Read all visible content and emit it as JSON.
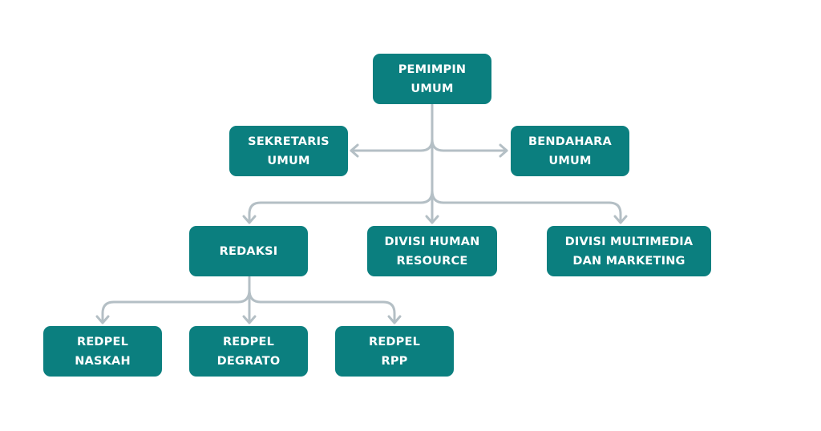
{
  "diagram": {
    "type": "organization-chart",
    "colors": {
      "node_fill": "#0b7f7f",
      "node_text": "#ffffff",
      "connector": "#b4bfc5",
      "background": "#ffffff"
    },
    "nodes": {
      "pemimpin_umum": {
        "lines": [
          "PEMIMPIN",
          "UMUM"
        ]
      },
      "sekretaris_umum": {
        "lines": [
          "SEKRETARIS",
          "UMUM"
        ]
      },
      "bendahara_umum": {
        "lines": [
          "BENDAHARA",
          "UMUM"
        ]
      },
      "redaksi": {
        "lines": [
          "REDAKSI"
        ]
      },
      "divisi_hr": {
        "lines": [
          "DIVISI HUMAN",
          "RESOURCE"
        ]
      },
      "divisi_multimedia": {
        "lines": [
          "DIVISI MULTIMEDIA",
          "DAN MARKETING"
        ]
      },
      "redpel_naskah": {
        "lines": [
          "REDPEL",
          "NASKAH"
        ]
      },
      "redpel_degrato": {
        "lines": [
          "REDPEL",
          "DEGRATO"
        ]
      },
      "redpel_rpp": {
        "lines": [
          "REDPEL",
          "RPP"
        ]
      }
    },
    "edges": [
      {
        "from": "pemimpin_umum",
        "to": "sekretaris_umum"
      },
      {
        "from": "pemimpin_umum",
        "to": "bendahara_umum"
      },
      {
        "from": "pemimpin_umum",
        "to": "redaksi"
      },
      {
        "from": "pemimpin_umum",
        "to": "divisi_hr"
      },
      {
        "from": "pemimpin_umum",
        "to": "divisi_multimedia"
      },
      {
        "from": "redaksi",
        "to": "redpel_naskah"
      },
      {
        "from": "redaksi",
        "to": "redpel_degrato"
      },
      {
        "from": "redaksi",
        "to": "redpel_rpp"
      }
    ]
  }
}
